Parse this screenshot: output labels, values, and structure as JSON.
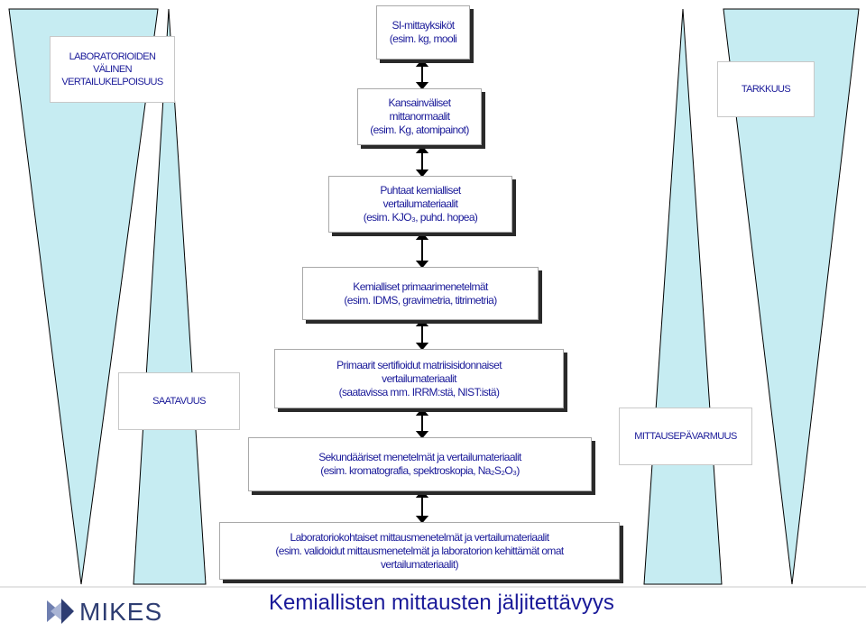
{
  "title": "Kemiallisten mittausten jäljitettävyys",
  "logo": {
    "text": "MIKES"
  },
  "side_labels": {
    "comparability": [
      "LABORATORIOIDEN",
      "VÄLINEN",
      "VERTAILUKELPOISUUS"
    ],
    "availability": [
      "SAATAVUUS"
    ],
    "accuracy": [
      "TARKKUUS"
    ],
    "uncertainty": [
      "MITTAUSEPÄVARMUUS"
    ]
  },
  "hierarchy": [
    {
      "lines": [
        "SI-mittayksiköt",
        "(esim. kg, mooli"
      ]
    },
    {
      "lines": [
        "Kansainväliset",
        "mittanormaalit",
        "(esim. Kg, atomipainot)"
      ]
    },
    {
      "lines": [
        "Puhtaat kemialliset",
        "vertailumateriaalit",
        "(esim. KJO₃, puhd. hopea)"
      ]
    },
    {
      "lines": [
        "Kemialliset primaarimenetelmät",
        "(esim. IDMS, gravimetria, titrimetria)"
      ]
    },
    {
      "lines": [
        "Primaarit sertifioidut matriisisidonnaiset",
        "vertailumateriaalit",
        "(saatavissa mm. IRRM:stä, NIST:istä)"
      ]
    },
    {
      "lines": [
        "Sekundääriset menetelmät ja vertailumateriaalit",
        "(esim. kromatografia, spektroskopia, Na₂S₂O₃)"
      ]
    },
    {
      "lines": [
        "Laboratoriokohtaiset mittausmenetelmät ja vertailumateriaalit",
        "(esim. validoidut mittausmenetelmät ja laboratorion kehittämät  omat",
        "vertailumateriaalit)"
      ]
    }
  ],
  "colors": {
    "text": "#1a1a99",
    "wedge_fill": "#c6ecf2",
    "wedge_stroke": "#000000",
    "shadow": "#2a2a2a",
    "logo": "#2e3d72"
  }
}
